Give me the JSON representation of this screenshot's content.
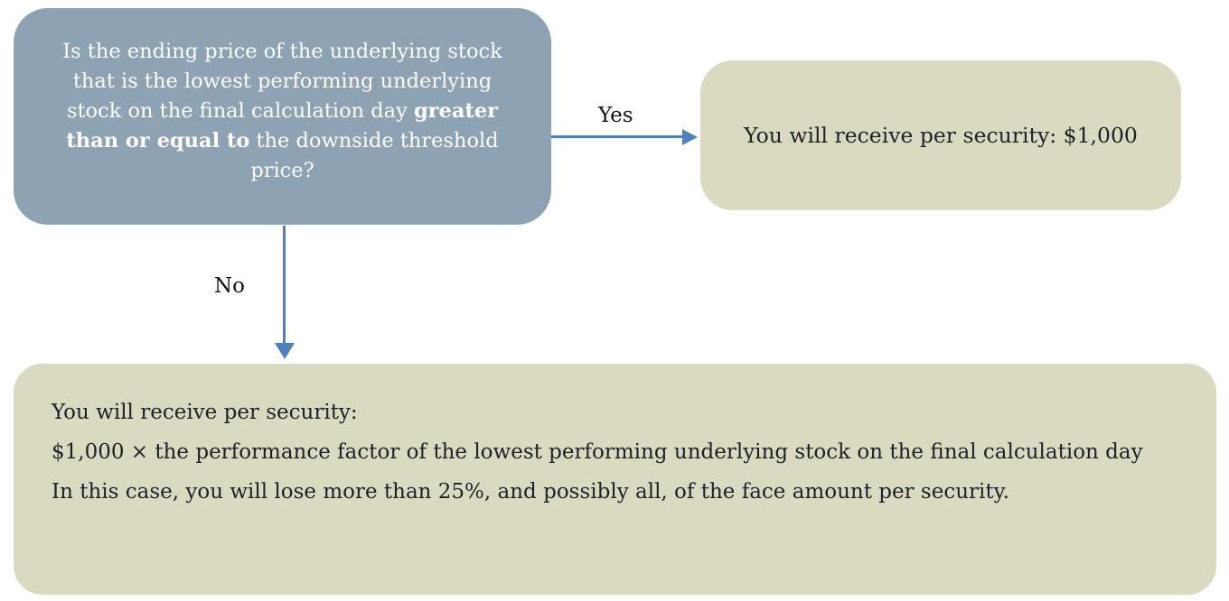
{
  "diagram": {
    "title": "payout-at-maturity-decision-flowchart",
    "question_box": {
      "text_before_bold": "Is the ending price of the underlying stock that is the lowest performing underlying stock on the final calculation day ",
      "bold_text": "greater than or equal to",
      "text_after_bold": " the downside threshold price?"
    },
    "yes_label": "Yes",
    "no_label": "No",
    "yes_result_box": {
      "text": "You will receive per security: $1,000"
    },
    "no_result_box": {
      "lines": [
        "You will receive per security:",
        "$1,000 × the performance factor of the lowest performing underlying stock on the final calculation day",
        "In this case, you will lose more than 25%, and possibly all, of the face amount per security."
      ]
    },
    "colors": {
      "question_box_fill": "#8da2b3",
      "question_box_text": "#ffffff",
      "result_box_fill": "#d9dac0",
      "result_box_text": "#1d2129",
      "arrow": "#4e80bc",
      "background": "#ffffff"
    }
  }
}
